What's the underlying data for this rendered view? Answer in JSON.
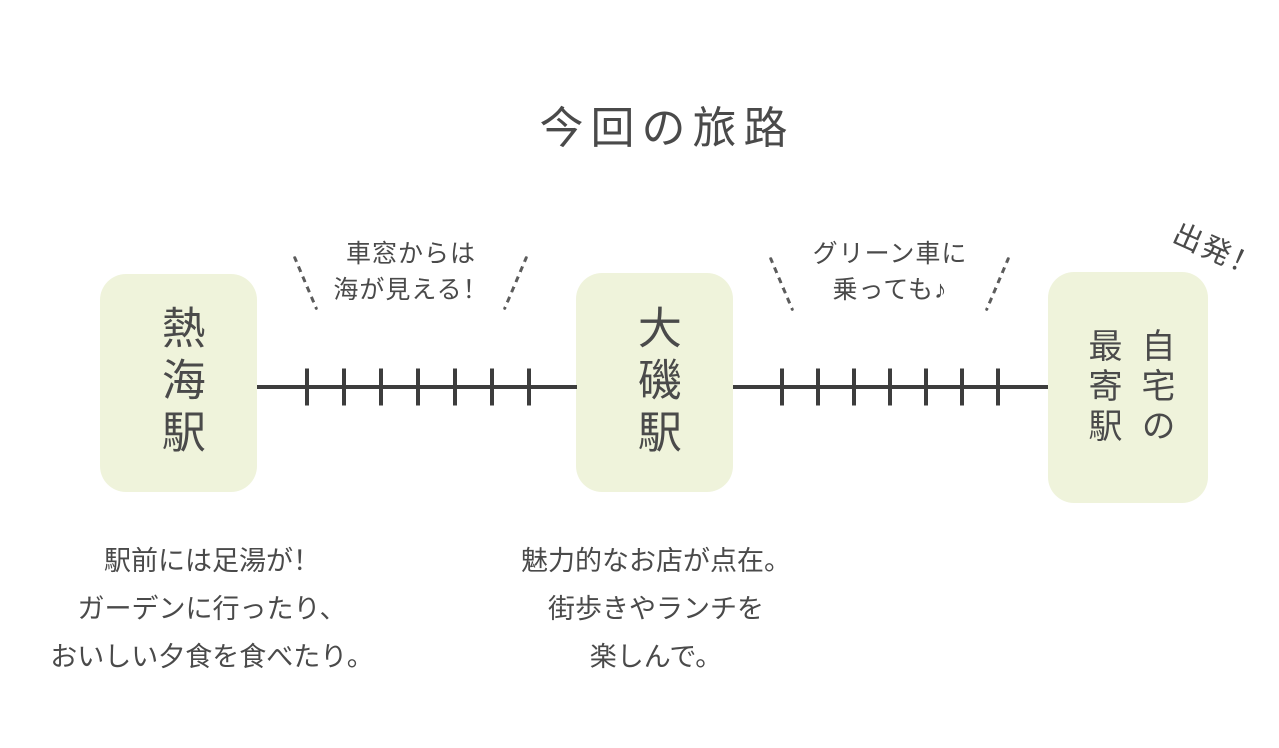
{
  "title": "今回の旅路",
  "departure_label": "出発！",
  "stations": [
    {
      "name": "熱海駅",
      "description": "駅前には足湯が！\nガーデンに行ったり、\nおいしい夕食を食べたり。"
    },
    {
      "name": "大磯駅",
      "description": "魅力的なお店が点在。\n街歩きやランチを\n楽しんで。"
    },
    {
      "name": "自宅の\n最寄駅"
    }
  ],
  "segments": [
    {
      "from": "熱海駅",
      "to": "大磯駅",
      "note": "車窓からは\n海が見える！",
      "tie_count": 7
    },
    {
      "from": "大磯駅",
      "to": "自宅の最寄駅",
      "note": "グリーン車に\n乗っても♪",
      "tie_count": 7
    }
  ],
  "colors": {
    "background": "#FFFFFF",
    "station_box": "#EFF3DB",
    "text": "#4A4A4A",
    "rail": "#3D3D3D"
  }
}
